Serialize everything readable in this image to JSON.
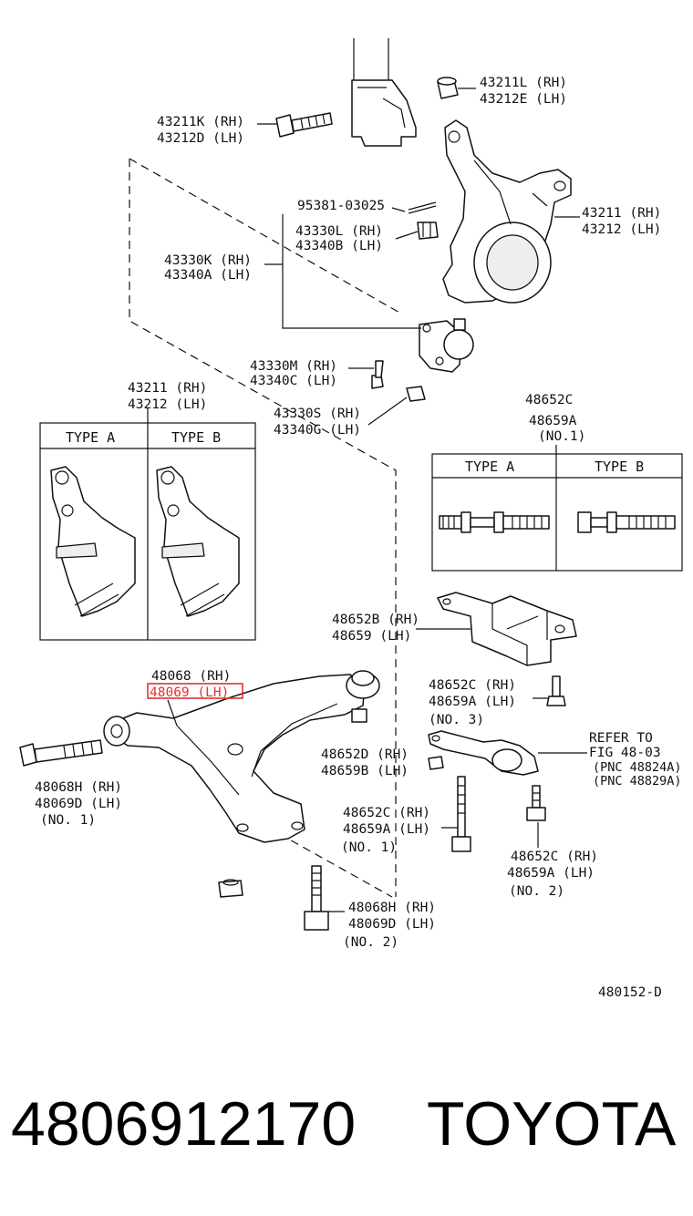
{
  "diagram_code": "480152-D",
  "part_number": "4806912170",
  "brand": "TOYOTA",
  "highlight_label": "48069 (LH)",
  "refer_note": {
    "line1": "REFER TO",
    "line2": "FIG 48-03",
    "line3": "(PNC 48824A)",
    "line4": "(PNC 48829A)"
  },
  "type_box_left": {
    "type_a": "TYPE A",
    "type_b": "TYPE B"
  },
  "type_box_right": {
    "type_a": "TYPE A",
    "type_b": "TYPE B"
  },
  "labels": {
    "l43211l_rh": "43211L (RH)",
    "l43212e_lh": "43212E (LH)",
    "l43211k_rh": "43211K (RH)",
    "l43212d_lh": "43212D (LH)",
    "l95381": "95381-03025",
    "l43330l_rh": "43330L (RH)",
    "l43340b_lh": "43340B (LH)",
    "l43330k_rh": "43330K (RH)",
    "l43340a_lh": "43340A (LH)",
    "l43211_rh_top": "43211 (RH)",
    "l43212_lh_top": "43212 (LH)",
    "l43330m_rh": "43330M (RH)",
    "l43340c_lh": "43340C (LH)",
    "l43211_rh_box": "43211 (RH)",
    "l43212_lh_box": "43212 (LH)",
    "l43330s_rh": "43330S (RH)",
    "l43340g_lh": "43340G (LH)",
    "l48652c_top": "48652C",
    "l48659a_top": "48659A",
    "l_no1_top": "(NO.1)",
    "l48652b_rh": "48652B (RH)",
    "l48659_lh": "48659 (LH)",
    "l48068_rh": "48068 (RH)",
    "l48652c_rh_a": "48652C (RH)",
    "l48659a_lh_a": "48659A (LH)",
    "l_no3": "(NO. 3)",
    "l48652d_rh": "48652D (RH)",
    "l48659b_lh": "48659B (LH)",
    "l48068h_rh_a": "48068H (RH)",
    "l48069d_lh_a": "48069D (LH)",
    "l_no1_a": "(NO. 1)",
    "l48652c_rh_b": "48652C (RH)",
    "l48659a_lh_b": "48659A (LH)",
    "l_no1_b": "(NO. 1)",
    "l48652c_rh_c": "48652C (RH)",
    "l48659a_lh_c": "48659A (LH)",
    "l_no2_a": "(NO. 2)",
    "l48068h_rh_b": "48068H (RH)",
    "l48069d_lh_b": "48069D (LH)",
    "l_no2_b": "(NO. 2)"
  }
}
